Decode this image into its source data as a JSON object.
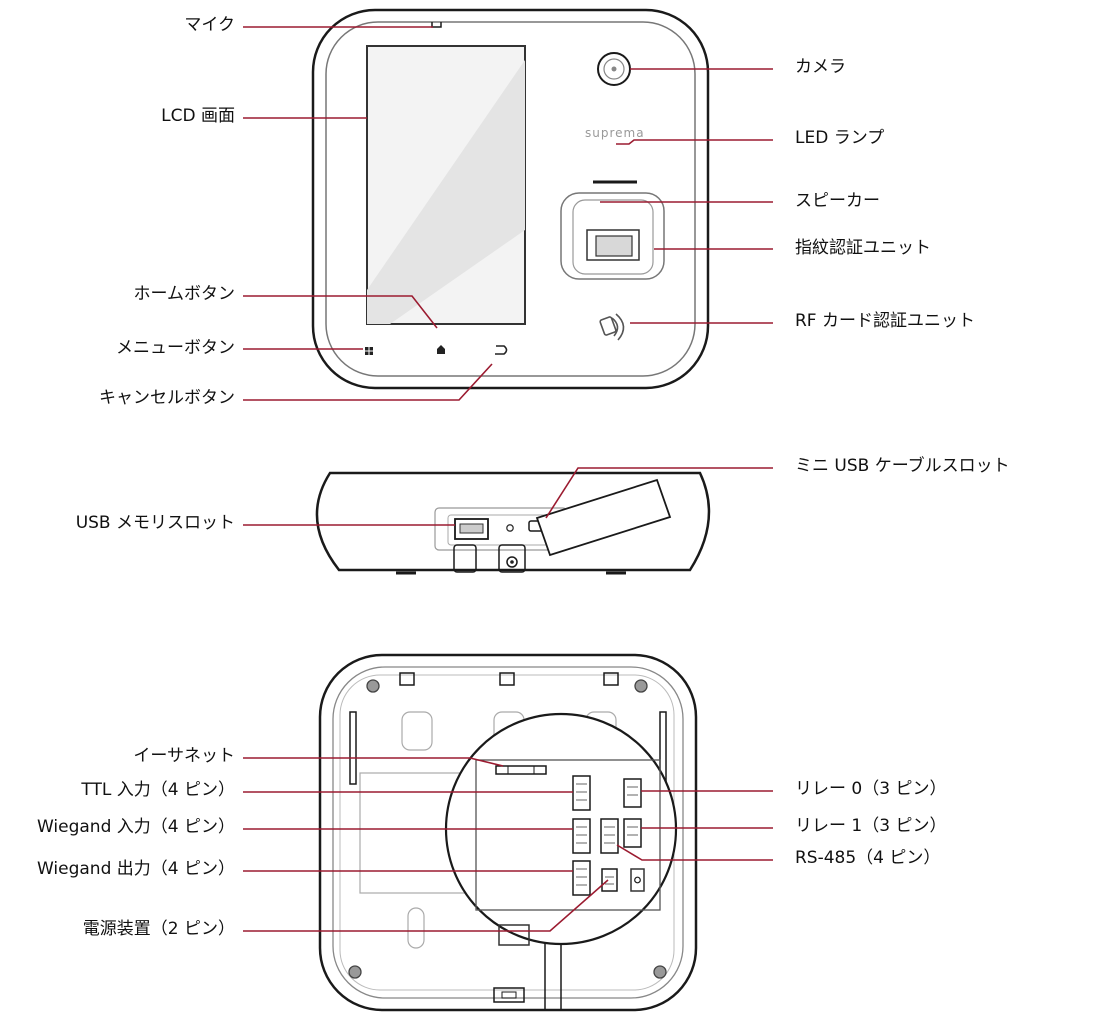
{
  "brand": "suprema",
  "colors": {
    "leader": "#9b1b30",
    "outline": "#1a1a1a",
    "detail": "#8a8a8a",
    "background": "#ffffff"
  },
  "front_view": {
    "left_labels": {
      "mic": "マイク",
      "lcd": "LCD 画面",
      "home": "ホームボタン",
      "menu": "メニューボタン",
      "cancel": "キャンセルボタン"
    },
    "right_labels": {
      "camera": "カメラ",
      "led": "LED ランプ",
      "speaker": "スピーカー",
      "fingerprint": "指紋認証ユニット",
      "rf": "RF カード認証ユニット"
    },
    "icons": [
      "menu-grid-icon",
      "home-icon",
      "back-arrow-icon",
      "rf-card-icon"
    ]
  },
  "bottom_view": {
    "labels": {
      "usb_memory": "USB メモリスロット",
      "mini_usb": "ミニ USB ケーブルスロット"
    }
  },
  "rear_view": {
    "left_labels": {
      "ethernet": "イーサネット",
      "ttl": "TTL 入力（4 ピン）",
      "wiegand_in": "Wiegand 入力（4 ピン）",
      "wiegand_out": "Wiegand 出力（4 ピン）",
      "power": "電源装置（2 ピン）"
    },
    "right_labels": {
      "relay0": "リレー 0（3 ピン）",
      "relay1": "リレー 1（3 ピン）",
      "rs485": "RS-485（4 ピン）"
    }
  }
}
